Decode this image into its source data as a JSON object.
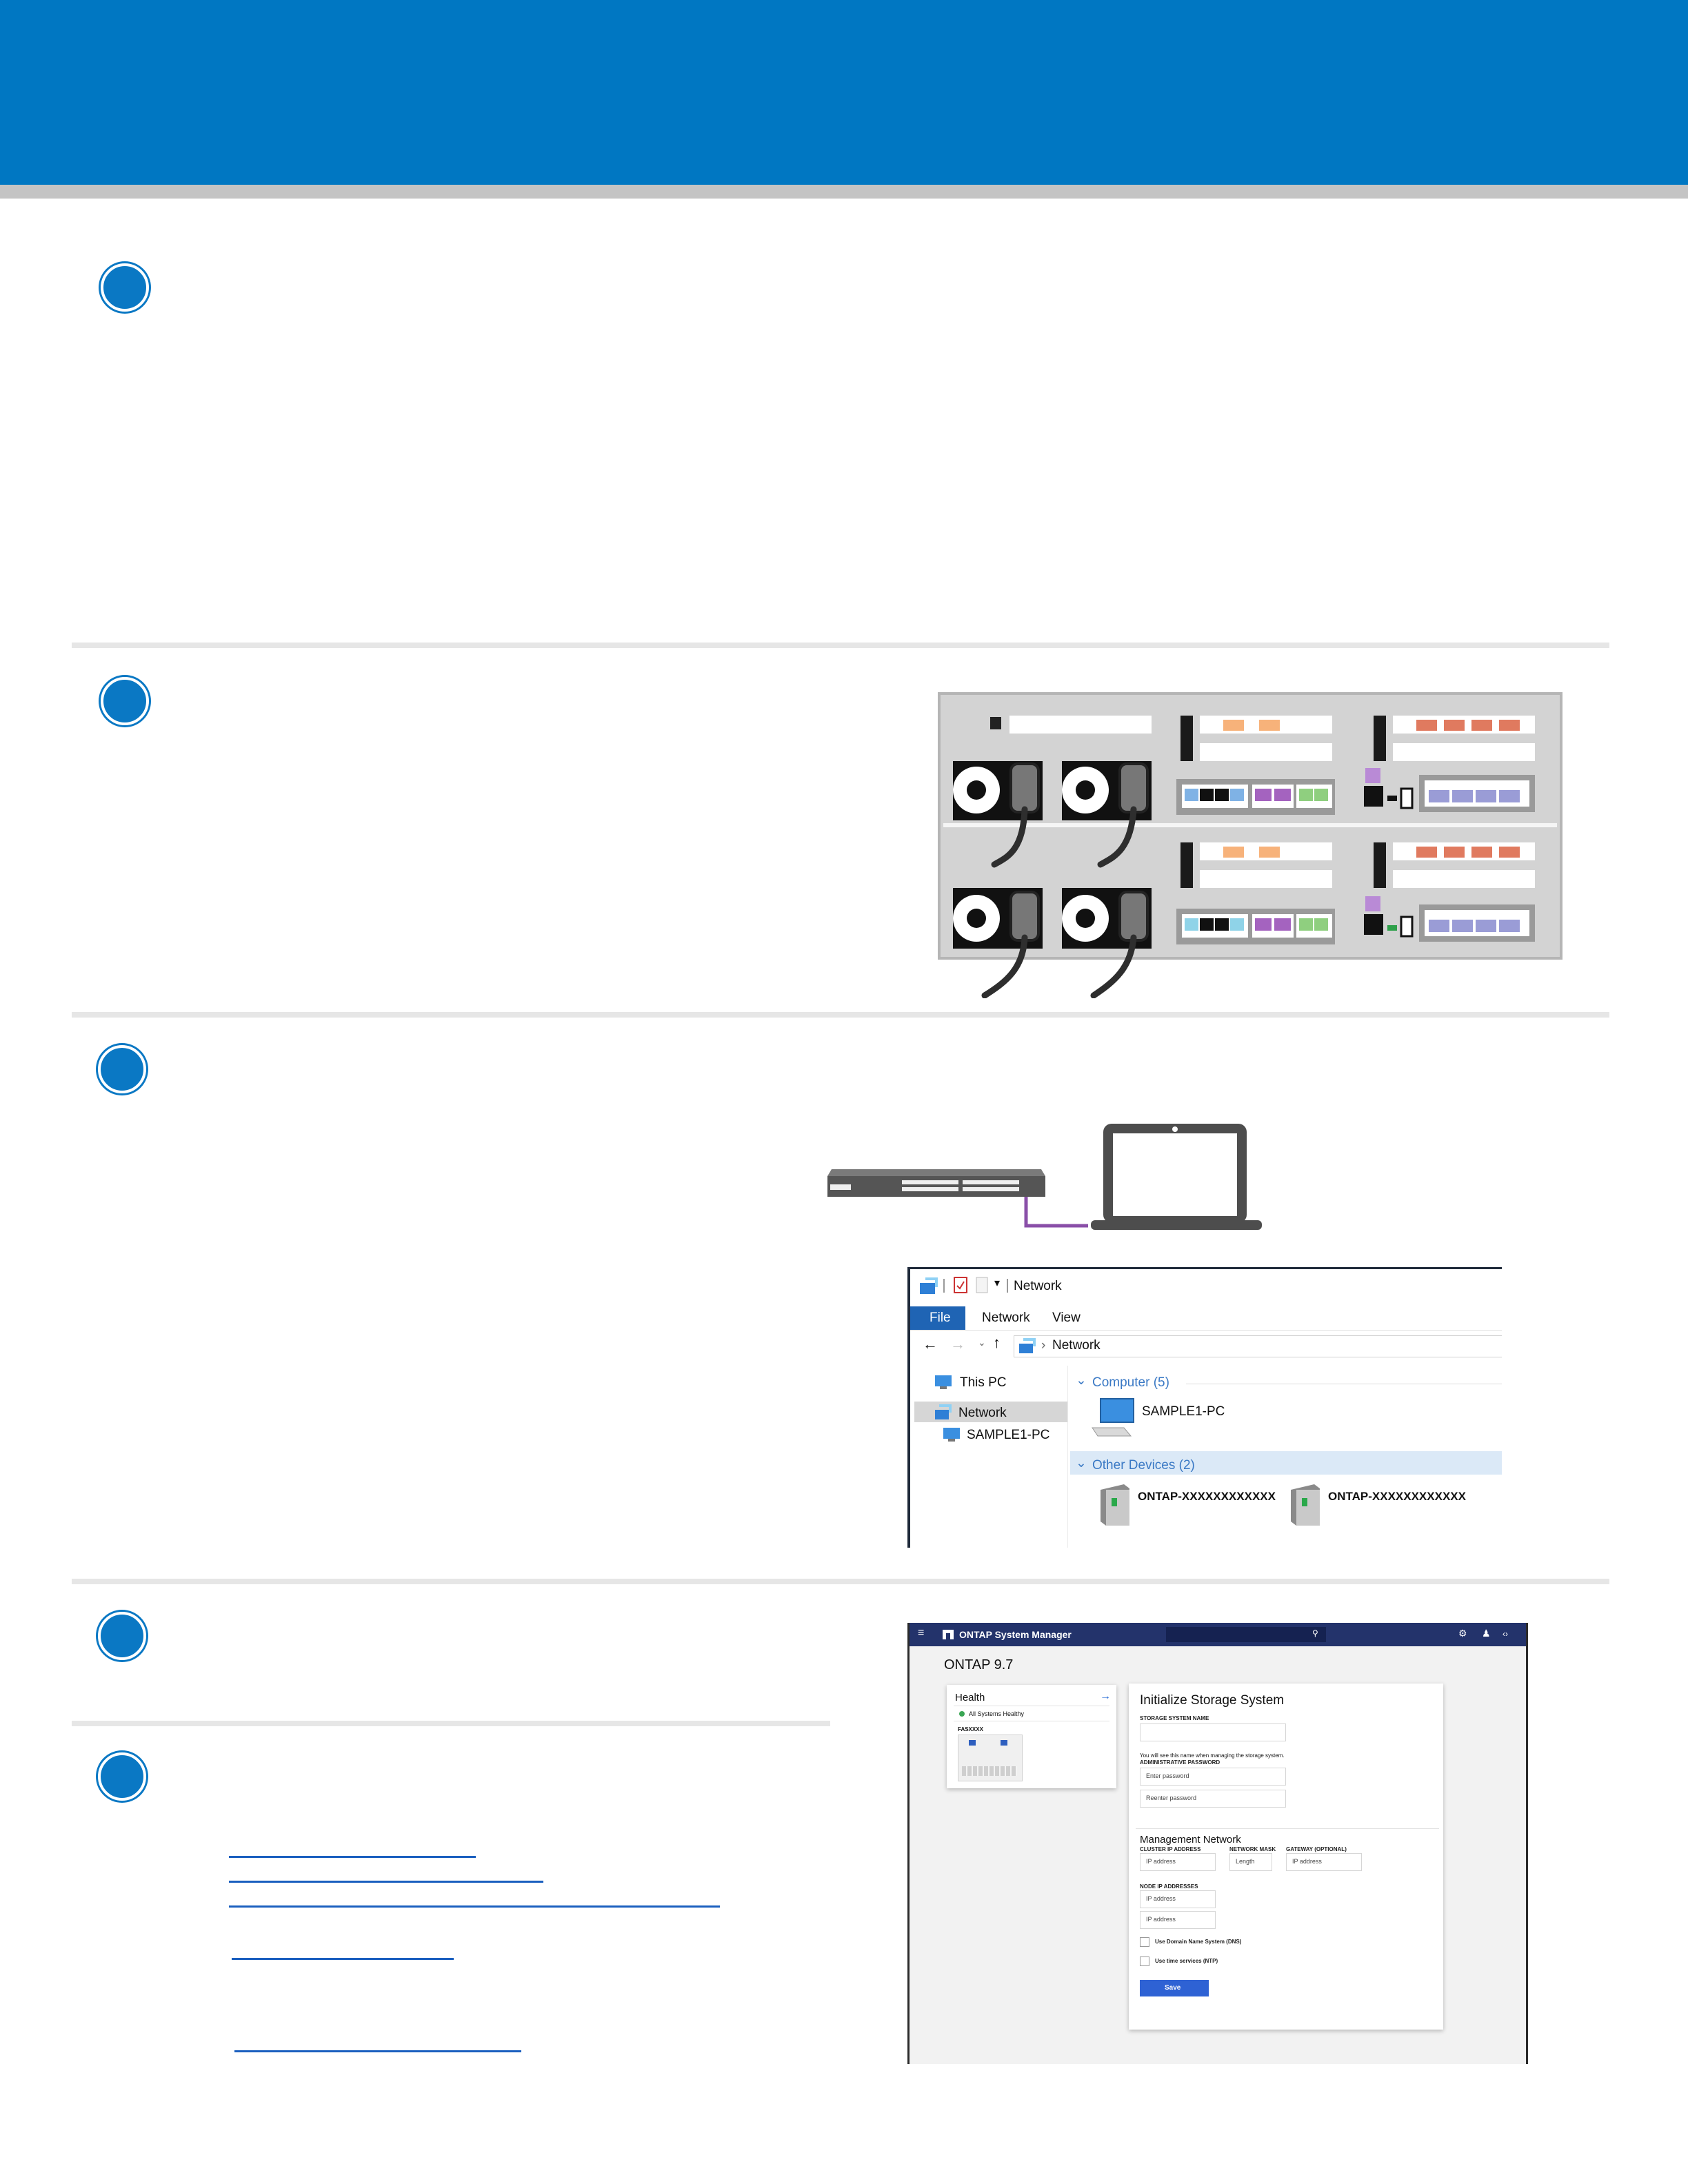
{
  "explorer": {
    "title": "Network",
    "ribbon_tabs": [
      "File",
      "Network",
      "View"
    ],
    "address": "Network",
    "nav": {
      "this_pc": "This PC",
      "network": "Network",
      "sample_pc": "SAMPLE1-PC"
    },
    "computer_group": {
      "header": "Computer (5)",
      "item": "SAMPLE1-PC"
    },
    "other_group": {
      "header": "Other Devices (2)",
      "items": [
        "ONTAP-XXXXXXXXXXXX",
        "ONTAP-XXXXXXXXXXXX"
      ]
    }
  },
  "system_manager": {
    "app_title": "ONTAP System Manager",
    "version": "ONTAP 9.7",
    "health": {
      "title": "Health",
      "status": "All Systems Healthy",
      "node": "FASXXXX"
    },
    "init": {
      "title": "Initialize Storage System",
      "name_label": "STORAGE SYSTEM NAME",
      "name_hint": "You will see this name when managing the storage system.",
      "password_label": "ADMINISTRATIVE PASSWORD",
      "password_placeholder": "Enter password",
      "reenter_placeholder": "Reenter password",
      "mgmt_title": "Management Network",
      "cluster_ip_label": "CLUSTER IP ADDRESS",
      "netmask_label": "NETWORK MASK",
      "gateway_label": "GATEWAY (OPTIONAL)",
      "ip_placeholder": "IP address",
      "length_placeholder": "Length",
      "node_ip_label": "NODE IP ADDRESSES",
      "dns_label": "Use Domain Name System (DNS)",
      "ntp_label": "Use time services (NTP)",
      "save_label": "Save"
    }
  }
}
